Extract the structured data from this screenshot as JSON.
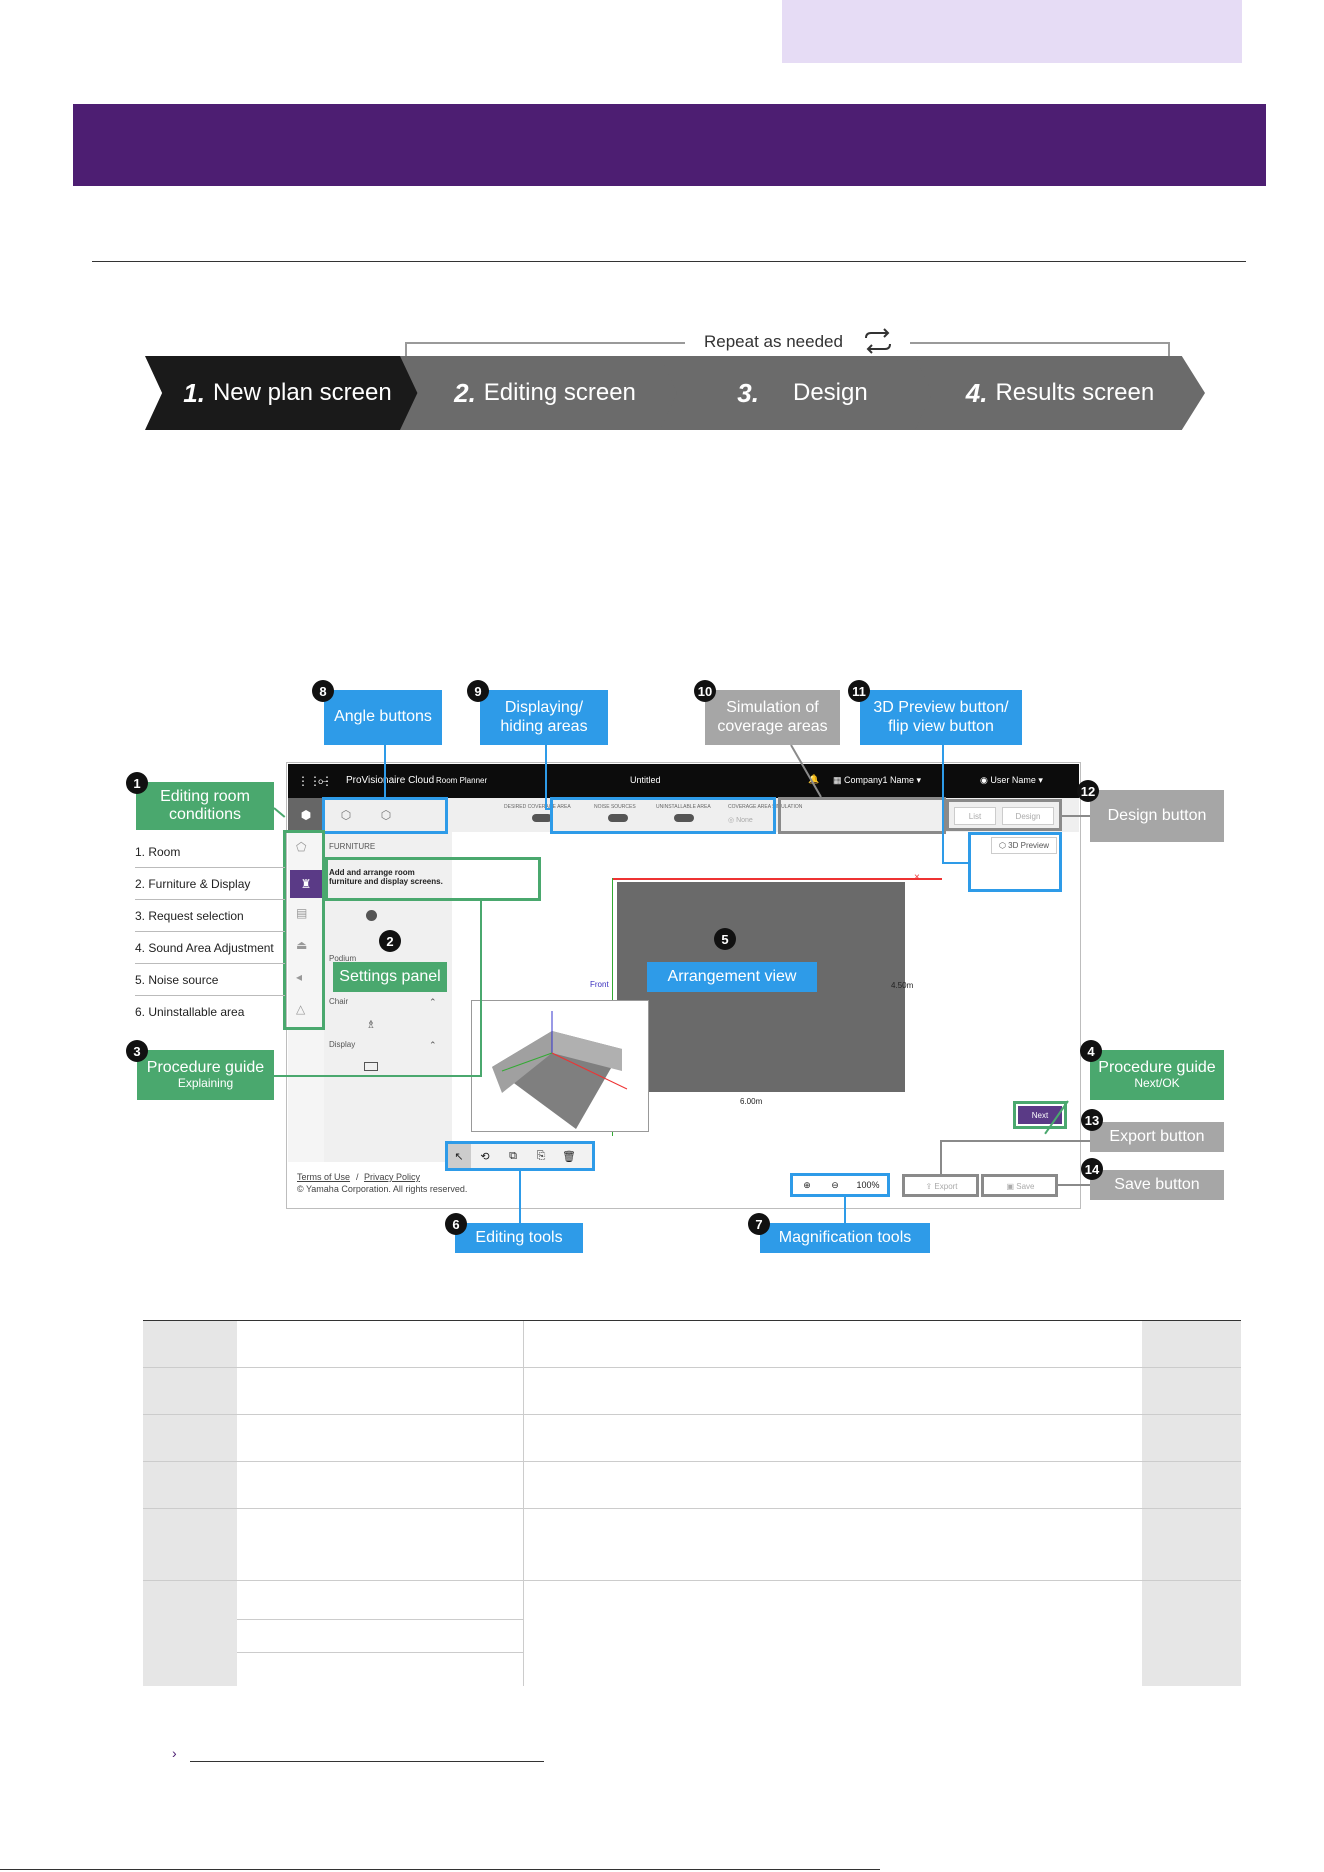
{
  "flow": {
    "repeat_text": "Repeat as needed",
    "steps": [
      {
        "num": "1.",
        "label": "New plan screen"
      },
      {
        "num": "2.",
        "label": "Editing screen"
      },
      {
        "num": "3.",
        "label": "Design"
      },
      {
        "num": "4.",
        "label": "Results screen"
      }
    ]
  },
  "callouts": {
    "c1": {
      "num": "1",
      "label_line1": "Editing room",
      "label_line2": "conditions"
    },
    "c2": {
      "num": "2",
      "label": "Settings panel"
    },
    "c3": {
      "num": "3",
      "label": "Procedure guide",
      "sub": "Explaining"
    },
    "c4": {
      "num": "4",
      "label": "Procedure guide",
      "sub": "Next/OK"
    },
    "c5": {
      "num": "5",
      "label": "Arrangement view"
    },
    "c6": {
      "num": "6",
      "label": "Editing tools"
    },
    "c7": {
      "num": "7",
      "label": "Magnification tools"
    },
    "c8": {
      "num": "8",
      "label": "Angle buttons"
    },
    "c9": {
      "num": "9",
      "label_line1": "Displaying/",
      "label_line2": "hiding areas"
    },
    "c10": {
      "num": "10",
      "label_line1": "Simulation of",
      "label_line2": "coverage areas"
    },
    "c11": {
      "num": "11",
      "label_line1": "3D Preview button/",
      "label_line2": "flip view button"
    },
    "c12": {
      "num": "12",
      "label": "Design button"
    },
    "c13": {
      "num": "13",
      "label": "Export button"
    },
    "c14": {
      "num": "14",
      "label": "Save button"
    }
  },
  "procedure_list": [
    "1. Room",
    "2. Furniture & Display",
    "3. Request selection",
    "4. Sound Area Adjustment",
    "5. Noise source",
    "6. Uninstallable area"
  ],
  "app": {
    "brand": "ProVisionaire Cloud",
    "product": "Room Planner",
    "title": "Untitled",
    "company": "Company1 Name",
    "user": "User Name",
    "toggles": [
      "DESIRED COVERAGE AREA",
      "NOISE SOURCES",
      "UNINSTALLABLE AREA"
    ],
    "sim_label": "COVERAGE AREA SIMULATION",
    "sim_value": "None",
    "list_btn": "List",
    "design_btn": "Design",
    "preview_btn": "3D Preview",
    "panel_heading": "FURNITURE",
    "guide_text": "Add and arrange room furniture and display screens.",
    "panel_items": [
      "Podium",
      "Chair",
      "Display"
    ],
    "front_label": "Front",
    "width_label": "6.00m",
    "depth_label": "4.50m",
    "next_btn": "Next",
    "zoom": "100%",
    "export_btn": "Export",
    "save_btn": "Save",
    "terms": "Terms of Use",
    "privacy": "Privacy Policy",
    "copyright": "© Yamaha Corporation. All rights reserved."
  },
  "colors": {
    "purple": "#4d1e72",
    "blue": "#2e9be8",
    "green": "#4aa86e",
    "gray": "#a6a6a6"
  }
}
